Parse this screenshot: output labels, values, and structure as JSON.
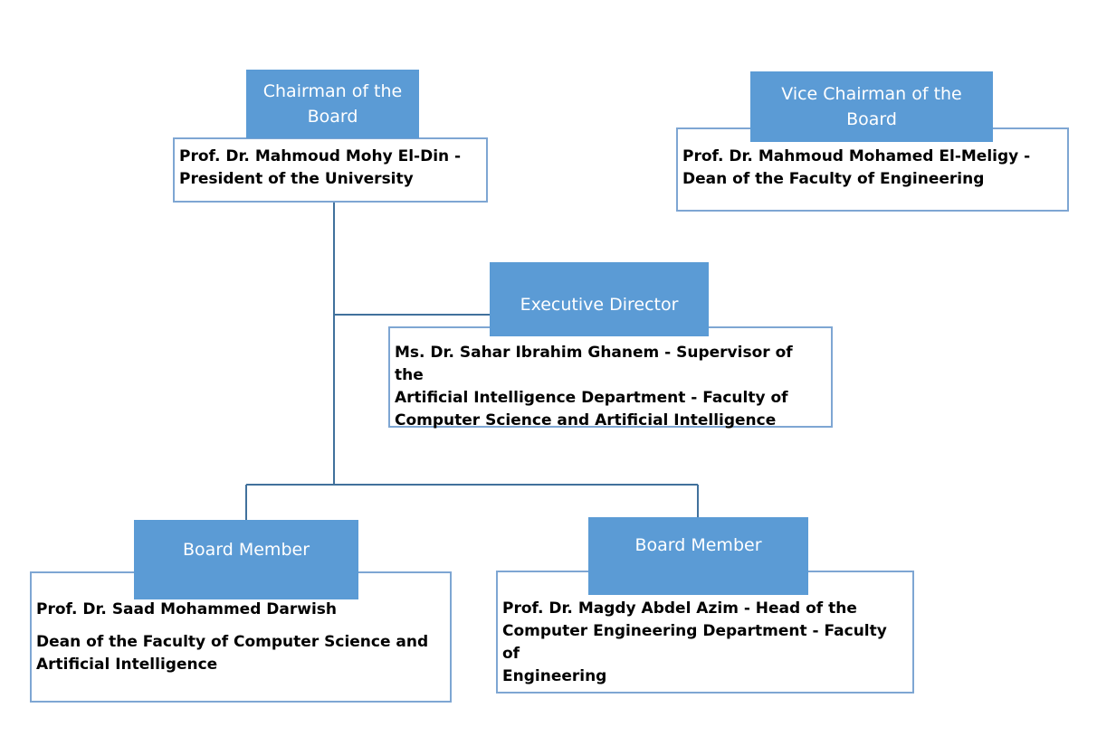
{
  "nodes": {
    "chairman": {
      "role": "Chairman of the Board",
      "lines": [
        "Prof. Dr. Mahmoud Mohy El-Din -",
        "President of the University"
      ]
    },
    "vice_chairman": {
      "role": "Vice Chairman of the Board",
      "lines": [
        "Prof. Dr. Mahmoud Mohamed El-Meligy -",
        "Dean of the Faculty of Engineering"
      ]
    },
    "executive_director": {
      "role": "Executive Director",
      "lines": [
        "Ms. Dr. Sahar Ibrahim Ghanem - Supervisor of the",
        "Artificial Intelligence Department - Faculty of",
        "Computer Science and Artificial Intelligence"
      ]
    },
    "member_left": {
      "role": "Board Member",
      "name": "Prof. Dr. Saad Mohammed Darwish",
      "lines": [
        "Dean of the Faculty of Computer Science and",
        "Artificial Intelligence"
      ]
    },
    "member_right": {
      "role": "Board Member",
      "lines": [
        "Prof. Dr. Magdy Abdel Azim - Head of the",
        "Computer Engineering Department - Faculty of",
        "Engineering"
      ]
    }
  },
  "colors": {
    "role_fill": "#5b9bd5",
    "role_text": "#ffffff",
    "box_border": "#7ea6d3",
    "connector": "#41719c"
  }
}
